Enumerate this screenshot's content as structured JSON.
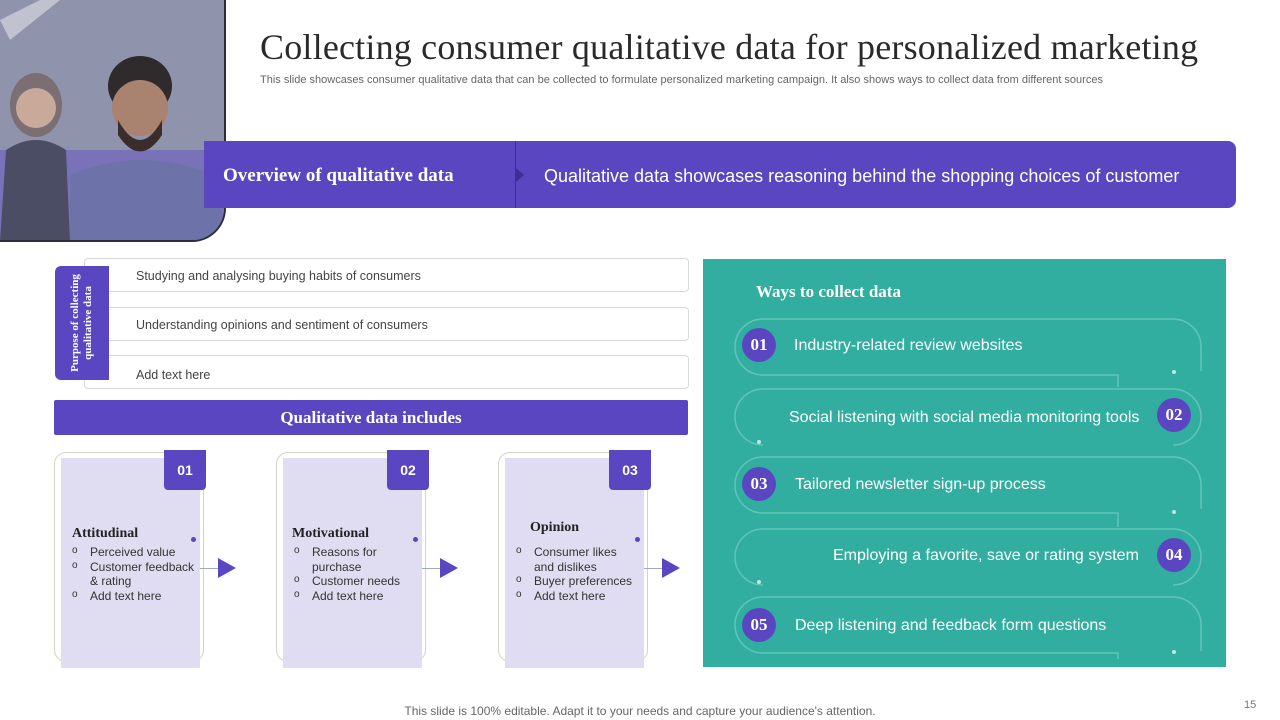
{
  "header": {
    "title": "Collecting consumer qualitative data for personalized marketing",
    "subtitle": "This slide showcases consumer qualitative data that can be collected to formulate personalized marketing campaign. It also shows ways to collect data from different sources"
  },
  "overview": {
    "label": "Overview of qualitative  data",
    "text": "Qualitative data showcases reasoning behind the shopping choices of customer"
  },
  "purpose": {
    "tab_label": "Purpose of collecting qualitative data",
    "items": [
      "Studying and analysing buying habits of consumers",
      "Understanding  opinions and sentiment of consumers",
      "Add text here"
    ]
  },
  "includes": {
    "header": "Qualitative data includes",
    "cards": [
      {
        "num": "01",
        "title": "Attitudinal",
        "bullets": [
          "Perceived value",
          "Customer feedback & rating",
          "Add text here"
        ]
      },
      {
        "num": "02",
        "title": "Motivational",
        "bullets": [
          "Reasons for purchase",
          "Customer needs",
          "Add text here"
        ]
      },
      {
        "num": "03",
        "title": "Opinion",
        "bullets": [
          "Consumer likes and dislikes",
          "Buyer preferences",
          "Add text here"
        ]
      }
    ]
  },
  "ways": {
    "title": "Ways to collect data",
    "items": [
      {
        "num": "01",
        "text": "Industry-related  review websites"
      },
      {
        "num": "02",
        "text": "Social listening with social media monitoring tools"
      },
      {
        "num": "03",
        "text": "Tailored newsletter sign-up process"
      },
      {
        "num": "04",
        "text": "Employing a favorite, save or rating system"
      },
      {
        "num": "05",
        "text": "Deep listening and feedback form questions"
      }
    ]
  },
  "footer": {
    "text": "This slide is 100% editable. Adapt it to your needs and capture your audience's attention.",
    "page": "15"
  },
  "colors": {
    "accent": "#5b46c2",
    "teal": "#31aea0",
    "card_fill": "#e0ddf2"
  }
}
